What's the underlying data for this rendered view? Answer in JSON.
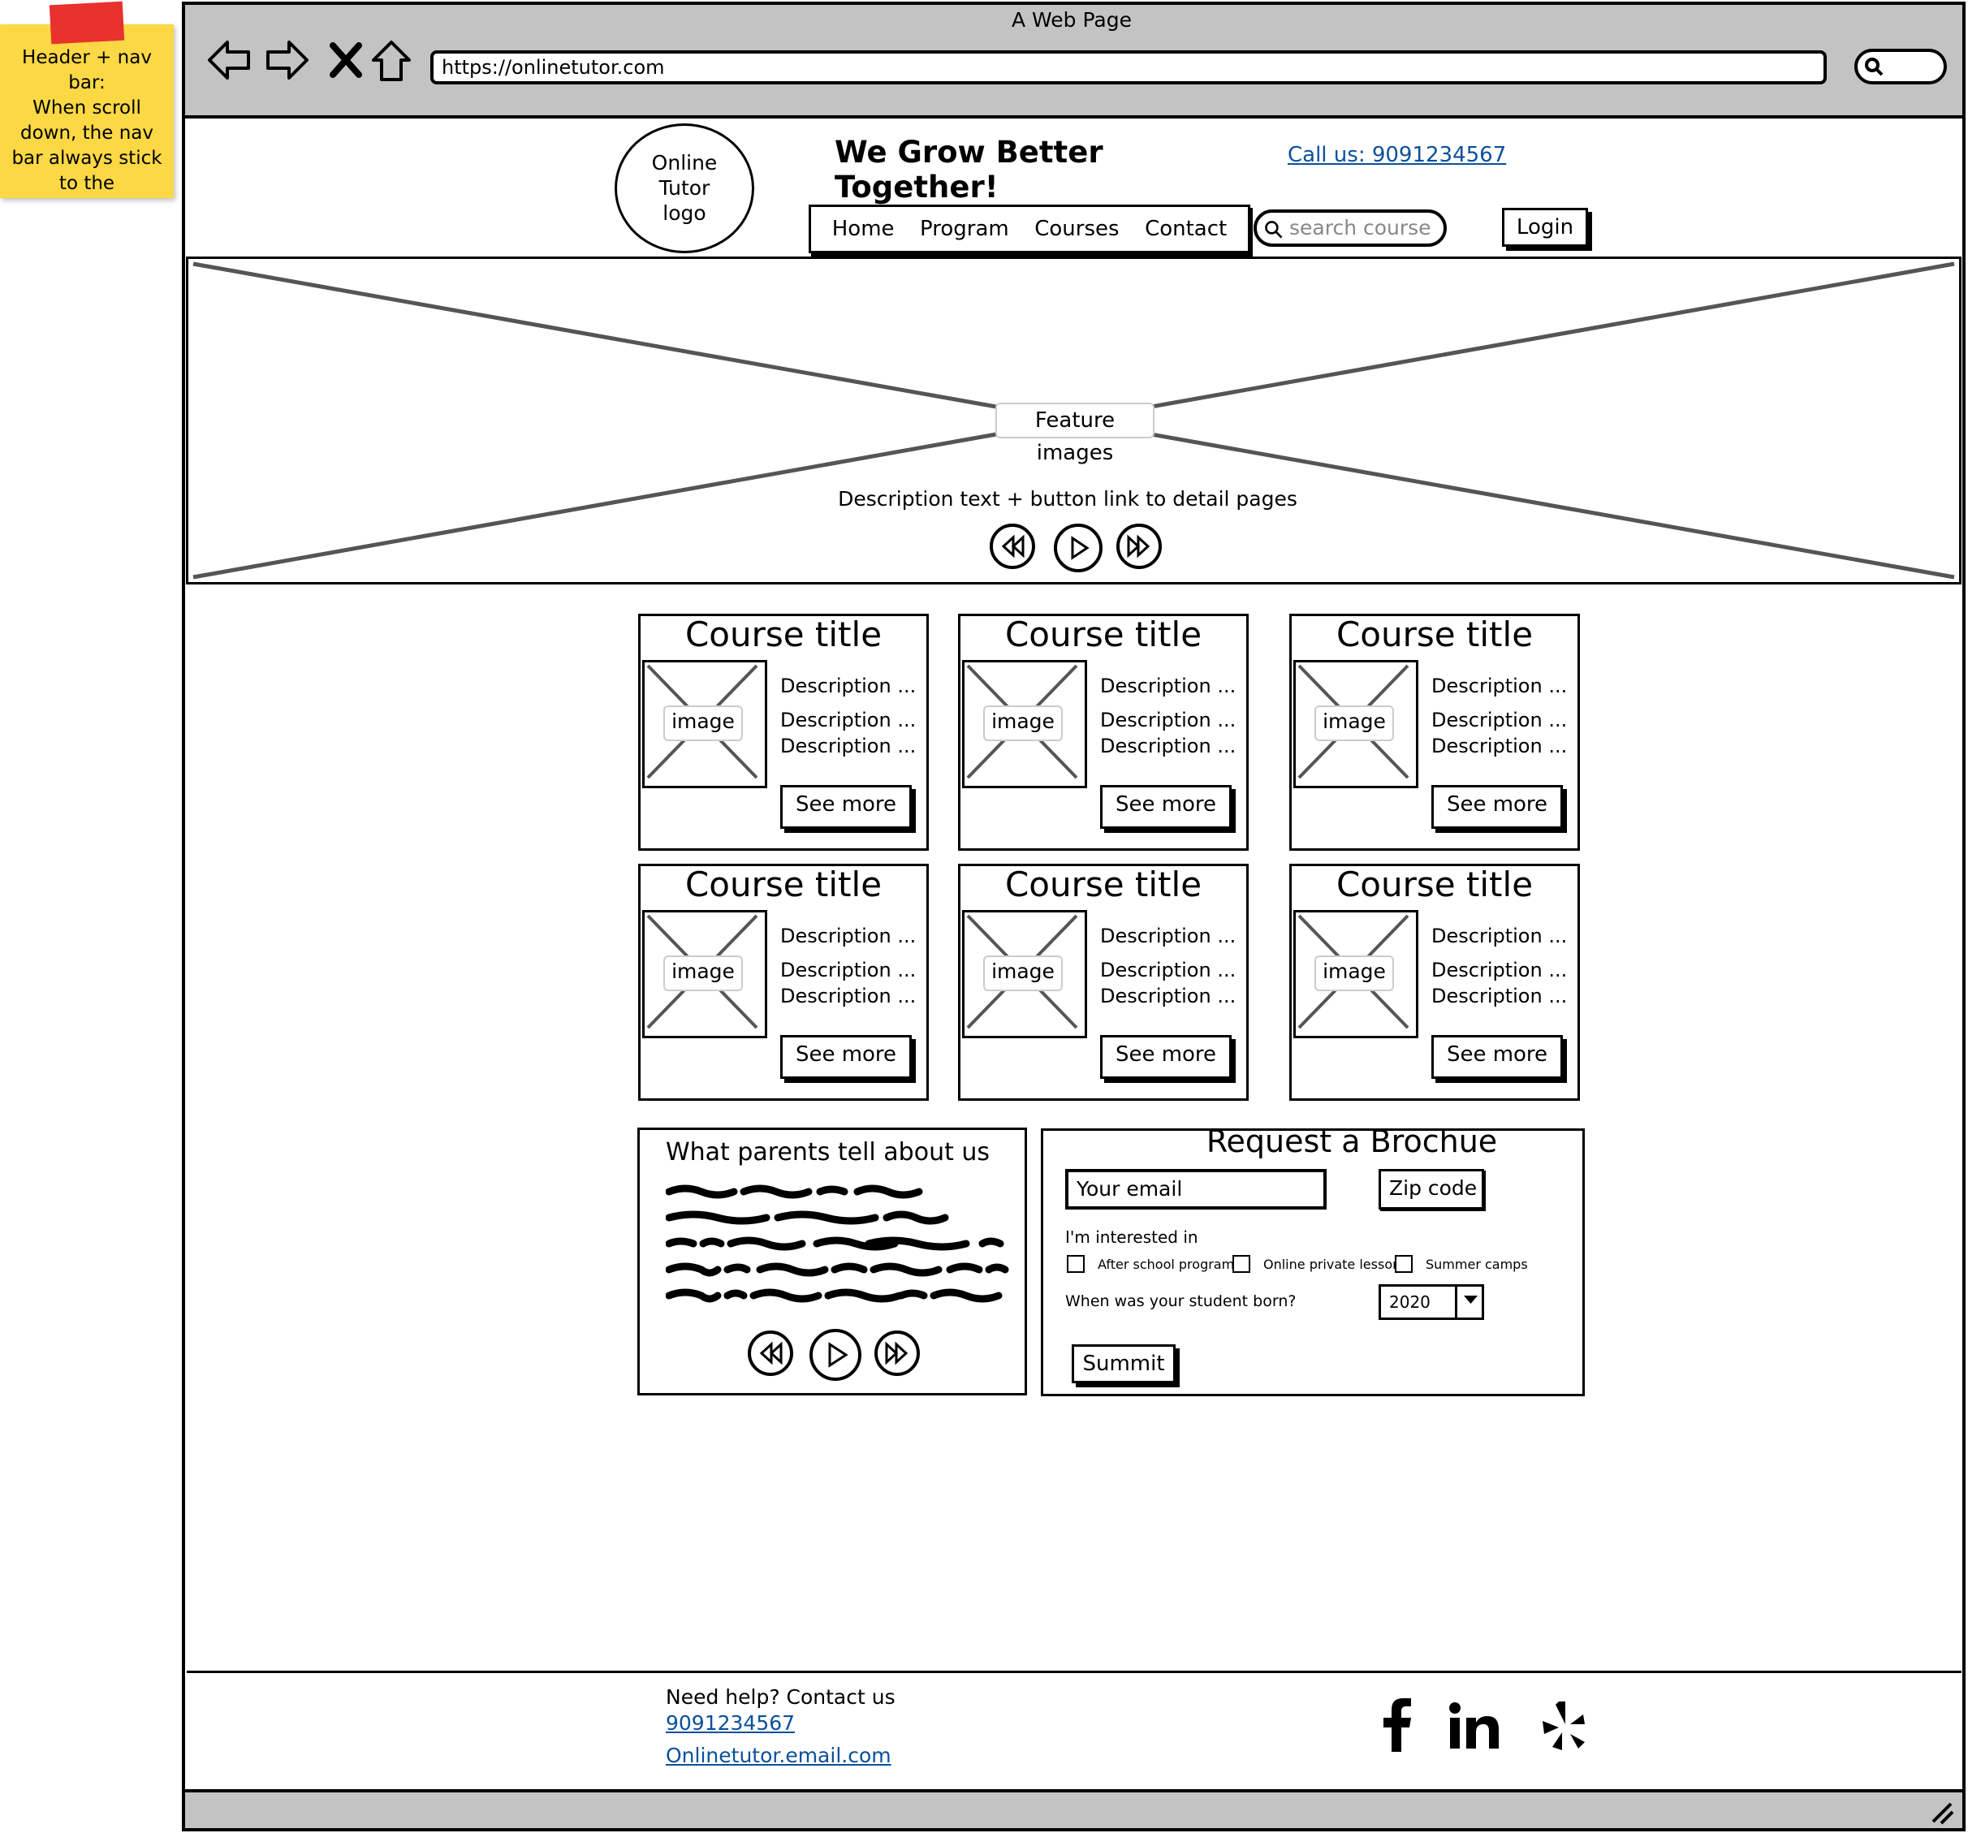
{
  "sticky_note": {
    "text": "Header + nav bar:\nWhen scroll down, the nav bar always stick to the"
  },
  "browser": {
    "title": "A Web Page",
    "url": "https://onlinetutor.com"
  },
  "header": {
    "logo_text": "Online\nTutor\nlogo",
    "tagline": "We Grow Better Together!",
    "call_link": "Call us: 9091234567",
    "nav": [
      "Home",
      "Program",
      "Courses",
      "Contact"
    ],
    "search_placeholder": "search course",
    "login_label": "Login"
  },
  "hero": {
    "label": "Feature images",
    "description": "Description text + button link to detail pages"
  },
  "courses": {
    "items": [
      {
        "title": "Course title",
        "image_label": "image",
        "descriptions": [
          "Description ...",
          "Description ...",
          "Description ..."
        ],
        "button": "See more"
      },
      {
        "title": "Course title",
        "image_label": "image",
        "descriptions": [
          "Description ...",
          "Description ...",
          "Description ..."
        ],
        "button": "See more"
      },
      {
        "title": "Course title",
        "image_label": "image",
        "descriptions": [
          "Description ...",
          "Description ...",
          "Description ..."
        ],
        "button": "See more"
      },
      {
        "title": "Course title",
        "image_label": "image",
        "descriptions": [
          "Description ...",
          "Description ...",
          "Description ..."
        ],
        "button": "See more"
      },
      {
        "title": "Course title",
        "image_label": "image",
        "descriptions": [
          "Description ...",
          "Description ...",
          "Description ..."
        ],
        "button": "See more"
      },
      {
        "title": "Course title",
        "image_label": "image",
        "descriptions": [
          "Description ...",
          "Description ...",
          "Description ..."
        ],
        "button": "See more"
      }
    ]
  },
  "testimonials": {
    "title": "What parents tell about us"
  },
  "brochure": {
    "title": "Request a Brochue",
    "email_placeholder": "Your email",
    "zip_placeholder": "Zip code",
    "interest_label": "I'm interested in",
    "options": [
      "After school program",
      "Online private lessons",
      "Summer camps"
    ],
    "born_label": "When was your student born?",
    "year_value": "2020",
    "submit_label": "Summit"
  },
  "footer": {
    "help_text": "Need help? Contact us",
    "phone": "9091234567",
    "email": "Onlinetutor.email.com",
    "social_icons": [
      "facebook-icon",
      "linkedin-icon",
      "yelp-icon"
    ]
  }
}
